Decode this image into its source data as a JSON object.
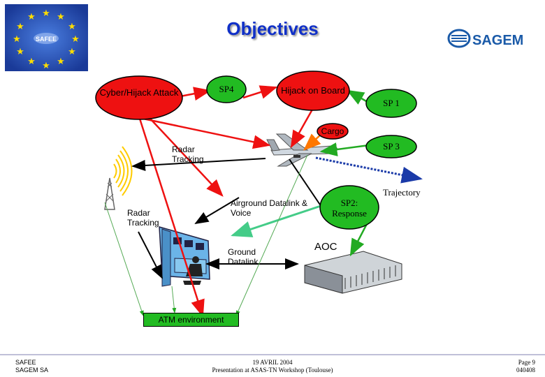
{
  "header": {
    "title": "Objectives",
    "left_logo_text": "SAFEE",
    "right_logo_text": "SAGEM"
  },
  "nodes": {
    "cyber_hijack": "Cyber/Hijack Attack",
    "sp4": "SP4",
    "hijack_on_board": "Hijack on Board",
    "sp1": "SP 1",
    "cargo": "Cargo",
    "sp3": "SP 3",
    "sp2": "SP2: Response",
    "aoc": "AOC",
    "atm_environment": "ATM environment"
  },
  "labels": {
    "radar_tracking_top": "Radar Tracking",
    "radar_tracking_left": "Radar Tracking",
    "airground_datalink": "Airground Datalink & Voice",
    "ground_datalink": "Ground Datalink",
    "trajectory": "Trajectory"
  },
  "footer": {
    "left_line1": "SAFEE",
    "left_line2": "SAGEM SA",
    "center_line1": "19 AVRIL 2004",
    "center_line2": "Presentation at ASAS-TN Workshop (Toulouse)",
    "right_line1": "Page 9",
    "right_line2": "040408"
  },
  "colors": {
    "title": "#1030c8",
    "threat_red": "#ee1111",
    "sp_green": "#22bb22",
    "cargo_orange": "#ff7700",
    "eu_blue": "#1a4aa8",
    "star_yellow": "#ffdd00",
    "sagem_blue": "#1a5aa8"
  }
}
